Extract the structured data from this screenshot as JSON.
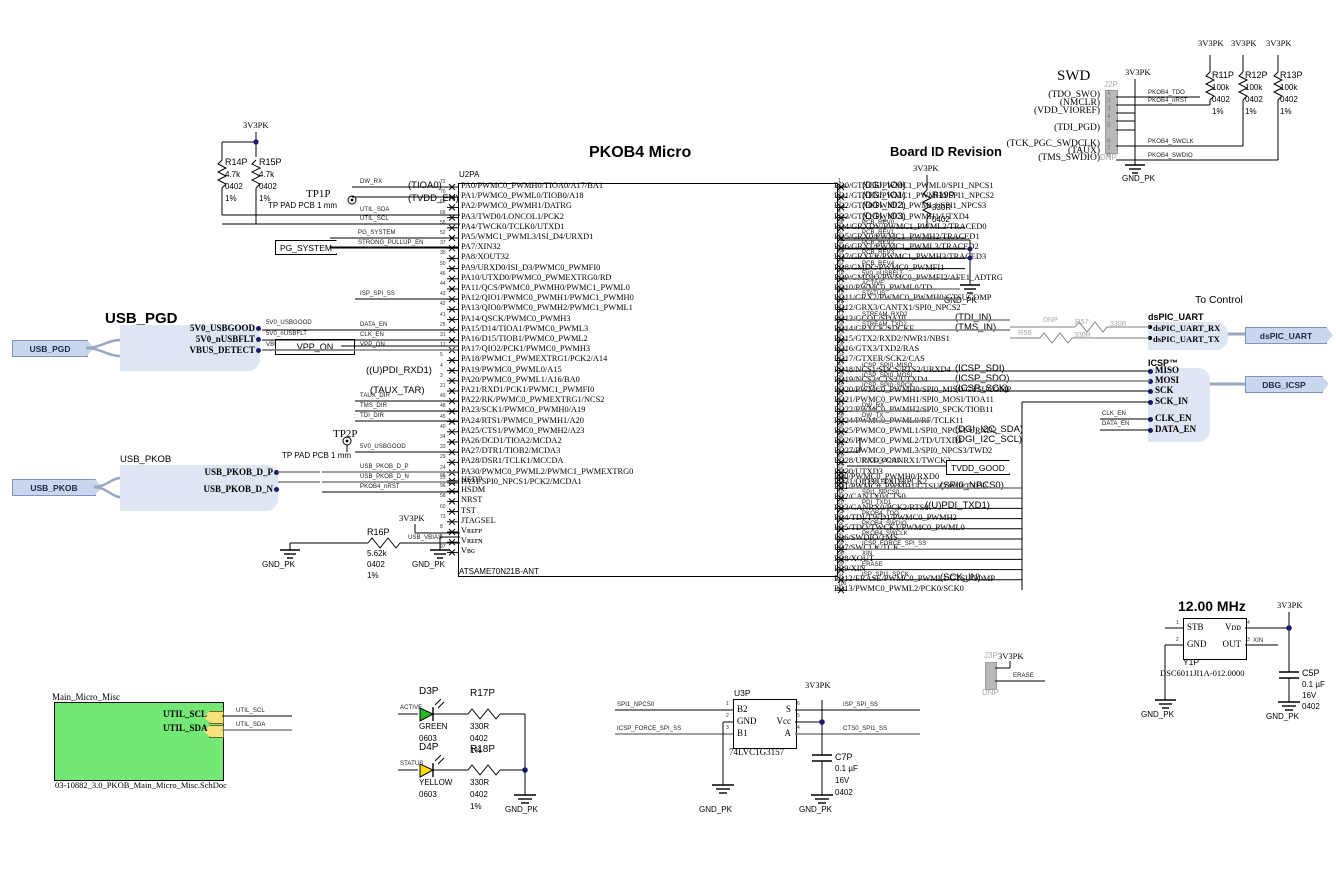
{
  "sheet": {
    "title": "PKOB4 Micro",
    "chip_designator": "U2PA",
    "chip_partnumber": "ATSAME70N21B-ANT"
  },
  "sections": {
    "swd_title": "SWD",
    "board_id_title": "Board ID Revision",
    "to_control_title": "To Control",
    "usb_pgd_title": "USB_PGD",
    "usb_pkob_title": "USB_PKOB",
    "dspic_uart_title": "dsPIC_UART",
    "icsp_title": "ICSP™",
    "xtal_freq": "12.00 MHz"
  },
  "chip_left_pins": [
    {
      "num": "72",
      "name": "PA0/PWMC0_PWMH0/TIOA0/A17/BA1"
    },
    {
      "num": "70",
      "name": "PA1/PWMC0_PWML0/TIOB0/A18"
    },
    {
      "num": "68",
      "name": "PA2/PWMC0_PWMH1/DATRG"
    },
    {
      "num": "66",
      "name": "PA3/TWD0/LONCOL1/PCK2"
    },
    {
      "num": "55",
      "name": "PA4/TWCK0/TCLK0/UTXD1"
    },
    {
      "num": "52",
      "name": "PA5/WMC1_PWML3/ISI_D4/URXD1"
    },
    {
      "num": "37",
      "name": "PA7/XIN32"
    },
    {
      "num": "35",
      "name": "PA8/XOUT32"
    },
    {
      "num": "50",
      "name": "PA9/URXD0/ISI_D3/PWMC0_PWMFI0"
    },
    {
      "num": "46",
      "name": "PA10/UTXD0/PWMC0_PWMEXTRG0/RD"
    },
    {
      "num": "44",
      "name": "PA11/QCS/PWMC0_PWMH0/PWMC1_PWML0"
    },
    {
      "num": "43",
      "name": "PA12/QIO1/PWMC0_PWMH1/PWMC1_PWMH0"
    },
    {
      "num": "42",
      "name": "PA13/QIO0/PWMC0_PWMH2/PWMC1_PWML1"
    },
    {
      "num": "41",
      "name": "PA14/QSCK/PWMC0_PWMH3"
    },
    {
      "num": "25",
      "name": "PA15/D14/TIOA1/PWMC0_PWML3"
    },
    {
      "num": "31",
      "name": "PA16/D15/TIOB1/PWMC0_PWML2"
    },
    {
      "num": "17",
      "name": "PA17/QIO2/PCK1/PWMC0_PWMH3"
    },
    {
      "num": "5",
      "name": "PA18/PWMC1_PWMEXTRG1/PCK2/A14"
    },
    {
      "num": "4",
      "name": "PA19/PWMC0_PWML0/A15"
    },
    {
      "num": "3",
      "name": "PA20/PWMC0_PWML1/A16/BA0"
    },
    {
      "num": "21",
      "name": "PA21/RXD1/PCK1/PWMC1_PWMFI0"
    },
    {
      "num": "49",
      "name": "PA22/RK/PWMC0_PWMEXTRG1/NCS2"
    },
    {
      "num": "48",
      "name": "PA23/SCK1/PWMC0_PWMH0/A19"
    },
    {
      "num": "45",
      "name": "PA24/RTS1/PWMC0_PWMH1/A20"
    },
    {
      "num": "40",
      "name": "PA25/CTS1/PWMC0_PWMH2/A23"
    },
    {
      "num": "34",
      "name": "PA26/DCD1/TIOA2/MCDA2"
    },
    {
      "num": "33",
      "name": "PA27/DTR1/TIOB2/MCDA3"
    },
    {
      "num": "29",
      "name": "PA28/DSR1/TCLK1/MCCDA"
    },
    {
      "num": "24",
      "name": "PA30/PWMC0_PWML2/PWMC1_PWMEXTRG0"
    },
    {
      "num": "23",
      "name": "PA31/SPI0_NPCS1/PCK2/MCDA1"
    }
  ],
  "chip_left_pins2": [
    {
      "num": "95",
      "name": "HSDP"
    },
    {
      "num": "96",
      "name": "HSDM"
    },
    {
      "num": "58",
      "name": "NRST"
    },
    {
      "num": "60",
      "name": "TST"
    },
    {
      "num": "73",
      "name": "JTAGSEL"
    },
    {
      "num": "8",
      "name": "Vʀᴇғᴘ"
    },
    {
      "num": "6",
      "name": "Vʀᴇғɴ"
    },
    {
      "num": "97",
      "name": "Vʙɢ"
    }
  ],
  "chip_right_pins_pd": [
    {
      "num": "1",
      "name": "PD0/GTXCK/PWMC1_PWML0/SPI1_NPCS1"
    },
    {
      "num": "2",
      "name": "PD1/GTXEN/PWMC1_PWMH0/SPI1_NPCS2"
    },
    {
      "num": "3",
      "name": "PD2/GTX0/PWMC1_PWML1/SPI1_NPCS3"
    },
    {
      "num": "4",
      "name": "PD3/GTX1/PWMC1_PWMH1/UTXD4"
    },
    {
      "num": "88",
      "name": "PD4/GRXDV/PWMC1_PWML2/TRACED0"
    },
    {
      "num": "87",
      "name": "PD5/GRX0/PWMC1_PWMH2/TRACED1"
    },
    {
      "num": "85",
      "name": "PD6/GRX1/PWMC1_PWML3/TRACED2"
    },
    {
      "num": "84",
      "name": "PD7/GRXER/PWMC1_PWMH3/TRACED3"
    },
    {
      "num": "81",
      "name": "PD8/GMDC/PWMC0_PWMFI1"
    },
    {
      "num": "78",
      "name": "PD9/GMDIO/PWMC0_PWMFI2/AFE1_ADTRG"
    },
    {
      "num": "77",
      "name": "PD10/PWMC0_PWML0/TD"
    },
    {
      "num": "75",
      "name": "PD11/GRX2/PWMC0_PWMH0/GTSUCOMP"
    },
    {
      "num": "74",
      "name": "PD12/GRX3/CANTX1/SPI0_NPCS2"
    },
    {
      "num": "71",
      "name": "PD13/GCOL/SDA10"
    },
    {
      "num": "69",
      "name": "PD14/GRXCK/SDCKE"
    },
    {
      "num": "57",
      "name": "PD15/GTX2/RXD2/NWR1/NBS1"
    },
    {
      "num": "56",
      "name": "PD16/GTX3/TXD2/RAS"
    },
    {
      "num": "51",
      "name": "PD17/GTXER/SCK2/CAS"
    },
    {
      "num": "47",
      "name": "PD18/NCS1/SDCS/RTS2/URXD4"
    },
    {
      "num": "39",
      "name": "PD19/NCS3/CTS2/UTXD4"
    },
    {
      "num": "45",
      "name": "PD20/PWMC0_PWMH0/SPI0_MISO/GTSUCOMP"
    },
    {
      "num": "42",
      "name": "PD21/PWMC0_PWMH1/SPI0_MOSI/TIOA11"
    },
    {
      "num": "41",
      "name": "PD22/PWMC0_PWMH2/SPI0_SPCK/TIOB11"
    },
    {
      "num": "38",
      "name": "PD24/PWMC0_PWML0/RF/TCLK11"
    },
    {
      "num": "36",
      "name": "PD25/PWMC0_PWML1/SPI0_NPCS1/URXD2"
    },
    {
      "num": "30",
      "name": "PD26/PWMC0_PWML2/TD/UTXD2"
    },
    {
      "num": "28",
      "name": "PD27/PWMC0_PWML3/SPI0_NPCS3/TWD2"
    },
    {
      "num": "26",
      "name": "PD28/URXD3/CANRX1/TWCK2"
    },
    {
      "num": "22",
      "name": "PD30/UTXD3"
    },
    {
      "num": "19",
      "name": "PD31/QIO3/UTXD3/PCK2"
    }
  ],
  "chip_right_pins_pb": [
    {
      "num": "12",
      "name": "PB0/PWMC0_PWMH0/RXD0"
    },
    {
      "num": "13",
      "name": "PB1/PWMC0_PWMH1/GTSUCOMP/TXD0"
    },
    {
      "num": "11",
      "name": "PB2/CANTX0/CTS0"
    },
    {
      "num": "20",
      "name": "PB3/CANRX0/PCK2/RTS0"
    },
    {
      "num": "64",
      "name": "PB4/TDI/TWD1/PWMC0_PWMH2"
    },
    {
      "num": "62",
      "name": "PB5/TDO/TWCK1/PWMC0_PWML0"
    },
    {
      "num": "57",
      "name": "PB6/SWDIO/TMS"
    },
    {
      "num": "65",
      "name": "PB7/SWCLK/TCK"
    },
    {
      "num": "98",
      "name": "PB8/XOUT"
    },
    {
      "num": "99",
      "name": "PB9/XIN"
    },
    {
      "num": "61",
      "name": "PB12/ERASE/PWMC0_PWML1/GTSUCOMP"
    },
    {
      "num": "100",
      "name": "PB13/PWMC0_PWML2/PCK0/SCK0"
    }
  ],
  "left_nets": [
    {
      "label": "DW_RX",
      "paren": "(TIOA0)"
    },
    {
      "label": "",
      "paren": "(TVDD_EN)"
    },
    {
      "label": "UTIL_SDA",
      "paren": ""
    },
    {
      "label": "UTIL_SCL",
      "paren": ""
    },
    {
      "label": "PG_SYSTEM",
      "paren": ""
    },
    {
      "label": "STRONG_PULLUP_EN",
      "paren": ""
    },
    {
      "label": "ISP_SPI_SS",
      "paren": ""
    },
    {
      "label": "DATA_EN",
      "paren": ""
    },
    {
      "label": "CLK_EN",
      "paren": ""
    },
    {
      "label": "VPP_ON",
      "paren": ""
    },
    {
      "label": "",
      "paren": "((U)PDI_RXD1)"
    },
    {
      "label": "",
      "paren": "(TAUX_TAR)"
    },
    {
      "label": "TAUX_DIR",
      "paren": ""
    },
    {
      "label": "TMS_DIR",
      "paren": ""
    },
    {
      "label": "TDI_DIR",
      "paren": ""
    },
    {
      "label": "5V0_USBGOOD",
      "paren": ""
    },
    {
      "label": "USB_PKOB_D_P",
      "paren": ""
    },
    {
      "label": "USB_PKOB_D_N",
      "paren": ""
    },
    {
      "label": "PKOB4_nRST",
      "paren": ""
    },
    {
      "label": "USB_VBIAS",
      "paren": ""
    }
  ],
  "right_nets_top": [
    {
      "paren": "(DGI_IO0)"
    },
    {
      "paren": "(DGI_IO1)"
    },
    {
      "paren": "(DGI_IO2)"
    },
    {
      "paren": "(DGI_IO3)"
    },
    {
      "label": "PCB_REV0"
    },
    {
      "label": "PCB_REV1"
    },
    {
      "label": "PCB_REV2"
    },
    {
      "label": "PCB_REV3"
    },
    {
      "label": "PCB_REV4"
    },
    {
      "label": "5V0_nUSBFLT"
    },
    {
      "label": "ACTIVE"
    },
    {
      "label": "STATUS"
    }
  ],
  "right_nets_mid": [
    {
      "label": "STREAM_RXD2",
      "paren": "(TDI_IN)"
    },
    {
      "label": "STREAM_TXD2",
      "paren": "(TMS_IN)"
    },
    {
      "label": "ICSP_SPI0_MISO",
      "paren": "(ICSP_SDI)"
    },
    {
      "label": "ICSP_SPI0_MOSI",
      "paren": "(ICSP_SDO)"
    },
    {
      "label": "ICSP_SPI0_SPCK",
      "paren": "(ICSP_SCK)"
    },
    {
      "label": "DW_RX",
      "paren": ""
    },
    {
      "label": "DW_TX",
      "paren": ""
    },
    {
      "label": "",
      "paren": "(DGI_I2C_SDA)"
    },
    {
      "label": "",
      "paren": "(DGI_I2C_SCL)"
    },
    {
      "label": "TVDD_GOOD",
      "paren": ""
    }
  ],
  "right_nets_bot": [
    {
      "label": "CTS0_SPI1_SS",
      "paren": "(SPI0_NPCS0)"
    },
    {
      "label": "SPI1_NPCS0",
      "paren": ""
    },
    {
      "label": "PDI_TXD1",
      "paren": "((U)PDI_TXD1)"
    },
    {
      "label": "PKOB4_TDO",
      "paren": ""
    },
    {
      "label": "PKOB4_SWDIO",
      "paren": ""
    },
    {
      "label": "PKOB4_SWCLK",
      "paren": ""
    },
    {
      "label": "ICSP_FORCE_SPI_SS",
      "paren": ""
    },
    {
      "label": "XIN",
      "paren": ""
    },
    {
      "label": "ERASE",
      "paren": ""
    },
    {
      "label": "ISP_SPI1_SPCK",
      "paren": "(SCK_IN)"
    }
  ],
  "swd": {
    "connector": "J2P",
    "dnp": "DNP",
    "power": "3V3PK",
    "gnd": "GND_PK",
    "pin_labels": [
      "(TDO_SWO)",
      "(NMCLR)",
      "(VDD_VIOREF)",
      "",
      "(TDI_PGD)",
      "(TCK_PGC_SWDCLK)",
      "(TAUX)",
      "(TMS_SWDIO)"
    ],
    "pin_numbers": [
      "1",
      "2",
      "3",
      "4",
      "5",
      "6",
      "7",
      "8"
    ],
    "nets": [
      "PKOB4_TDO",
      "PKOB4_nRST",
      "PKOB4_SWCLK",
      "PKOB4_SWDIO"
    ],
    "pullups": [
      {
        "ref": "R11P",
        "value": "100k",
        "pkg": "0402",
        "tol": "1%",
        "rail": "3V3PK"
      },
      {
        "ref": "R12P",
        "value": "100k",
        "pkg": "0402",
        "tol": "1%",
        "rail": "3V3PK"
      },
      {
        "ref": "R13P",
        "value": "100k",
        "pkg": "0402",
        "tol": "1%",
        "rail": "3V3PK"
      }
    ]
  },
  "board_id": {
    "rail": "3V3PK",
    "resistor": {
      "ref": "R19P",
      "value": "330R",
      "pkg": "0402"
    },
    "gnd": "GND_PK"
  },
  "pullups_left": [
    {
      "ref": "R14P",
      "value": "4.7k",
      "pkg": "0402",
      "tol": "1%"
    },
    {
      "ref": "R15P",
      "value": "4.7k",
      "pkg": "0402",
      "tol": "1%"
    }
  ],
  "rail_left": "3V3PK",
  "testpoints": [
    {
      "ref": "TP1P",
      "desc": "TP PAD PCB 1 mm"
    },
    {
      "ref": "TP2P",
      "desc": "TP PAD PCB 1 mm"
    }
  ],
  "vbias": {
    "ref": "R16P",
    "value": "5.62k",
    "pkg": "0402",
    "tol": "1%",
    "net": "USB_VBIAS",
    "rail": "3V3PK",
    "gnd_left": "GND_PK",
    "gnd_right": "GND_PK"
  },
  "usb_pgd": {
    "port": "USB_PGD",
    "signals": [
      "5V0_USBGOOD",
      "5V0_nUSBFLT",
      "VBUS_DETECT"
    ],
    "nets": [
      "5V0_USBGOOD",
      "5V0_nUSBFLT",
      "VBUS_DETECT"
    ]
  },
  "usb_pkob": {
    "port": "USB_PKOB",
    "signals": [
      "USB_PKOB_D_P",
      "USB_PKOB_D_N"
    ],
    "nets": [
      "USB_PKOB_D_P",
      "USB_PKOB_D_N"
    ]
  },
  "net_ports": [
    {
      "label": "PG_SYSTEM"
    },
    {
      "label": "VPP_ON"
    },
    {
      "label": "TVDD_GOOD"
    }
  ],
  "dspic_uart": {
    "block_title": "dsPIC_UART",
    "signals": [
      "dsPIC_UART_RX",
      "dsPIC_UART_TX"
    ],
    "port": "dsPIC_UART",
    "series": [
      {
        "ref": "R57",
        "value": "330R",
        "dnp": "DNP"
      },
      {
        "ref": "R56",
        "value": "330R",
        "dnp": "DNP"
      }
    ]
  },
  "icsp": {
    "block_title": "ICSP™",
    "signals": [
      "MISO",
      "MOSI",
      "SCK",
      "SCK_IN",
      "CLK_EN",
      "DATA_EN"
    ],
    "nets": [
      "CLK_EN",
      "DATA_EN"
    ],
    "port": "DBG_ICSP"
  },
  "misc_sheet": {
    "name": "Main_Micro_Misc",
    "filename": "03-10882_3.0_PKOB_Main_Micro_Misc.SchDoc",
    "pins": [
      "UTIL_SCL",
      "UTIL_SDA"
    ],
    "nets": [
      "UTIL_SCL",
      "UTIL_SDA"
    ],
    "color": "#74e874"
  },
  "leds": [
    {
      "ref": "D3P",
      "color": "GREEN",
      "pkg": "0603",
      "net": "ACTIVE",
      "res": {
        "ref": "R17P",
        "value": "330R",
        "pkg": "0402",
        "tol": "1%"
      },
      "hex": "#22bb22"
    },
    {
      "ref": "D4P",
      "color": "YELLOW",
      "pkg": "0603",
      "net": "STATUS",
      "res": {
        "ref": "R18P",
        "value": "330R",
        "pkg": "0402",
        "tol": "1%"
      },
      "hex": "#ffe000"
    }
  ],
  "led_gnd": "GND_PK",
  "mux": {
    "ref": "U3P",
    "part": "74LVC1G3157",
    "pins_left": [
      {
        "num": "1",
        "name": "B2"
      },
      {
        "num": "2",
        "name": "GND"
      },
      {
        "num": "3",
        "name": "B1"
      }
    ],
    "pins_right": [
      {
        "num": "6",
        "name": "S"
      },
      {
        "num": "5",
        "name": "Vcc"
      },
      {
        "num": "4",
        "name": "A"
      }
    ],
    "nets_left": [
      "SPI1_NPCS0",
      "ICSP_FORCE_SPI_SS"
    ],
    "nets_right": [
      "ISP_SPI_SS",
      "CTS0_SPI1_SS"
    ],
    "rail": "3V3PK",
    "cap": {
      "ref": "C7P",
      "value": "0.1 µF",
      "volt": "16V",
      "pkg": "0402"
    },
    "gnd_left": "GND_PK",
    "gnd_right": "GND_PK"
  },
  "erase_conn": {
    "ref": "J3P",
    "rail": "3V3PK",
    "net": "ERASE",
    "dnp": "DNP"
  },
  "oscillator": {
    "freq": "12.00 MHz",
    "ref": "Y1P",
    "part": "DSC6011JI1A-012.0000",
    "pins": [
      {
        "num": "1",
        "name": "STB"
      },
      {
        "num": "2",
        "name": "GND"
      },
      {
        "num": "4",
        "name": "Vᴅᴅ"
      },
      {
        "num": "3",
        "name": "OUT"
      }
    ],
    "out_net": "XIN",
    "rail": "3V3PK",
    "cap": {
      "ref": "C5P",
      "value": "0.1 µF",
      "volt": "16V",
      "pkg": "0402"
    },
    "gnd_left": "GND_PK",
    "gnd_right": "GND_PK"
  }
}
